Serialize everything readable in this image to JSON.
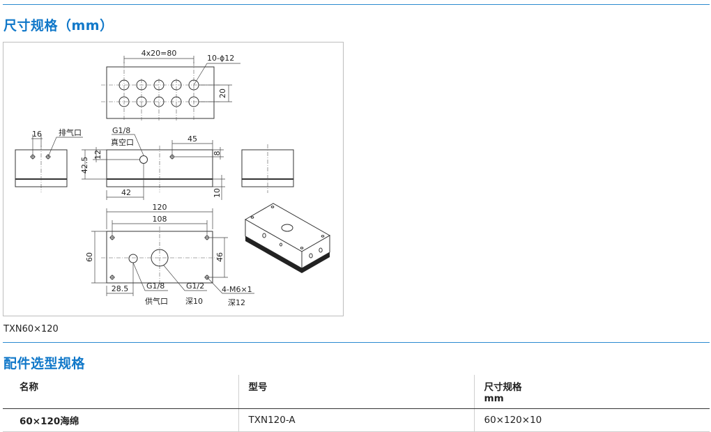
{
  "sections": {
    "dimensions_title": "尺寸规格（mm）",
    "accessories_title": "配件选型规格"
  },
  "drawing": {
    "top_pitch": "4x20=80",
    "top_holes": "10-ϕ12",
    "top_row_gap": "20",
    "side_16": "16",
    "exhaust_port": "排气口",
    "vacuum_g18": "G1/8",
    "vacuum_port": "真空口",
    "dim_45": "45",
    "dim_8": "8",
    "dim_12": "12",
    "dim_42_5": "42.5",
    "dim_42": "42",
    "dim_10": "10",
    "dim_120": "120",
    "dim_108": "108",
    "dim_60": "60",
    "dim_46": "46",
    "dim_28_5": "28.5",
    "supply_g18": "G1/8",
    "supply_port": "供气口",
    "g12": "G1/2",
    "depth10": "深10",
    "m6": "4-M6×1",
    "depth12": "深12"
  },
  "caption": "TXN60×120",
  "table": {
    "headers": {
      "name": "名称",
      "model": "型号",
      "size_line1": "尺寸规格",
      "size_line2": "mm"
    },
    "rows": [
      {
        "name": "60×120海绵",
        "model": "TXN120-A",
        "size": "60×120×10"
      }
    ]
  },
  "colors": {
    "accent": "#1178c9",
    "rule": "#2b8ad0"
  }
}
